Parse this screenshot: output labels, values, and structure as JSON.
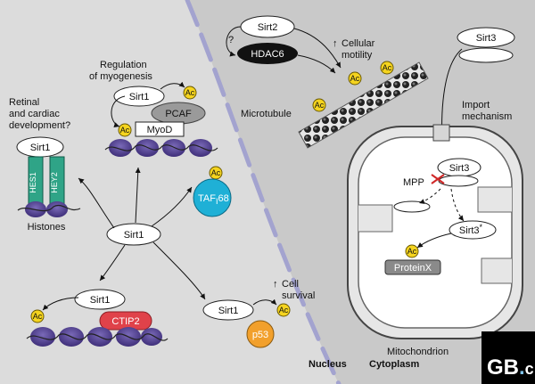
{
  "compartments": {
    "nucleus": "Nucleus",
    "cytoplasm": "Cytoplasm",
    "mitochondrion": "Mitochondrion"
  },
  "nucleus": {
    "center_sirt1": "Sirt1",
    "retinal": {
      "heading_line1": "Retinal",
      "heading_line2": "and cardiac",
      "heading_line3": "development?",
      "sirt1": "Sirt1",
      "hes1": "HES1",
      "hey2": "HEY2",
      "histones": "Histones"
    },
    "myogenesis": {
      "heading_line1": "Regulation",
      "heading_line2": "of myogenesis",
      "sirt1": "Sirt1",
      "pcaf": "PCAF",
      "myod": "MyoD"
    },
    "taf": {
      "main": "TAF",
      "sub": "I",
      "tail": "68"
    },
    "ctip2": {
      "sirt1": "Sirt1",
      "ctip2": "CTIP2"
    },
    "p53": {
      "sirt1": "Sirt1",
      "p53": "p53",
      "survival_line1": "Cell",
      "survival_line2": "survival",
      "up_arrow": "↑"
    }
  },
  "cytoplasm": {
    "sirt2": "Sirt2",
    "hdac6": "HDAC6",
    "question": "?",
    "motility_line1": "Cellular",
    "motility_line2": "motility",
    "up_arrow": "↑",
    "microtubule": "Microtubule",
    "sirt3": "Sirt3",
    "import_line1": "Import",
    "import_line2": "mechanism"
  },
  "mitochondrion": {
    "sirt3": "Sirt3",
    "mpp": "MPP",
    "sirt3_processed": "Sirt3",
    "sirt3_sup": "*",
    "proteinx": "ProteinX"
  },
  "acetyl_label": "Ac",
  "logo": {
    "text_main": "GB",
    "text_dot": ".",
    "text_tail": "c"
  },
  "colors": {
    "nucleus_fill": "#dcdcdc",
    "cytoplasm_fill": "#c9c9c9",
    "envelope": "#a3a3cf",
    "histone": "#4d3b88",
    "hes_box": "#2fa487",
    "taf_blue": "#1fb0d6",
    "ctip2_red": "#e0424a",
    "p53_orange": "#f2a02c",
    "ac_yellow": "#f5d41f",
    "pcaf_grey": "#9a9a9a",
    "proteinx_grey": "#8a8a8a"
  }
}
